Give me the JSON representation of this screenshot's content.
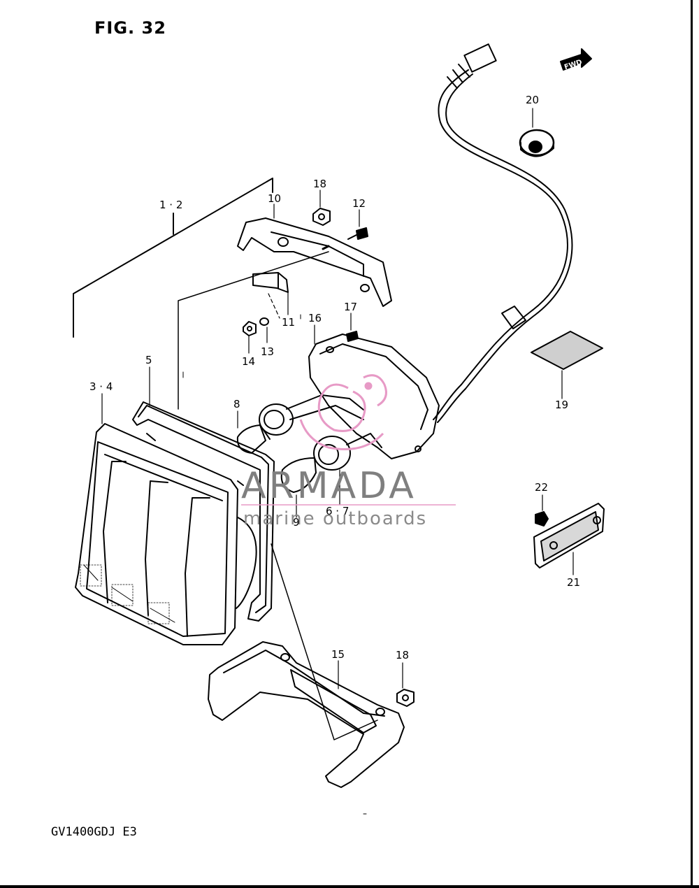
{
  "figure": {
    "title": "FIG. 32",
    "model_code": "GV1400GDJ  E3"
  },
  "direction_label": "FWD",
  "callouts": {
    "c1_2": "1 · 2",
    "c3_4": "3 · 4",
    "c5": "5",
    "c6_7": "6 · 7",
    "c8": "8",
    "c9": "9",
    "c10": "10",
    "c11": "11",
    "c12": "12",
    "c13": "13",
    "c14": "14",
    "c15": "15",
    "c16": "16",
    "c17": "17",
    "c18a": "18",
    "c18b": "18",
    "c19": "19",
    "c20": "20",
    "c21": "21",
    "c22": "22"
  },
  "watermark": {
    "brand": "ARMADA",
    "tagline": "marine outboards",
    "accent_color": "#e79ac6"
  },
  "colors": {
    "line": "#000000",
    "background": "#ffffff"
  }
}
